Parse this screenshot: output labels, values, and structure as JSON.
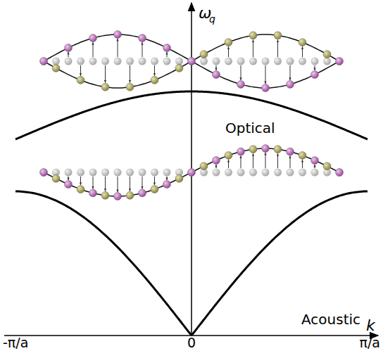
{
  "diagram": {
    "labels": [
      "ω",
      "q",
      "k",
      "Optical",
      "Acoustic",
      "-π/a",
      "0",
      "π/a"
    ]
  }
}
